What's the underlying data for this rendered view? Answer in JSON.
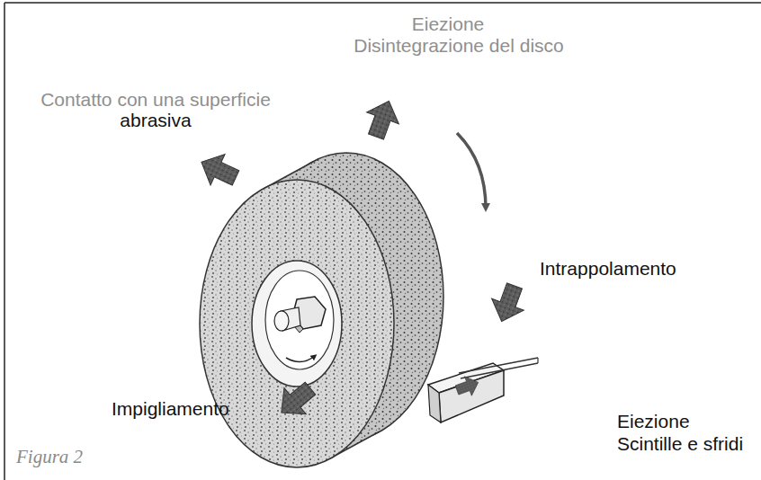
{
  "diagram": {
    "caption": "Figura 2",
    "labels": [
      "Contatto con una superficie",
      "abrasiva",
      "Eiezione",
      "Disintegrazione del disco",
      "Intrappolamento",
      "Impigliamento",
      "Eiezione",
      "Scintille e sfridi"
    ]
  }
}
